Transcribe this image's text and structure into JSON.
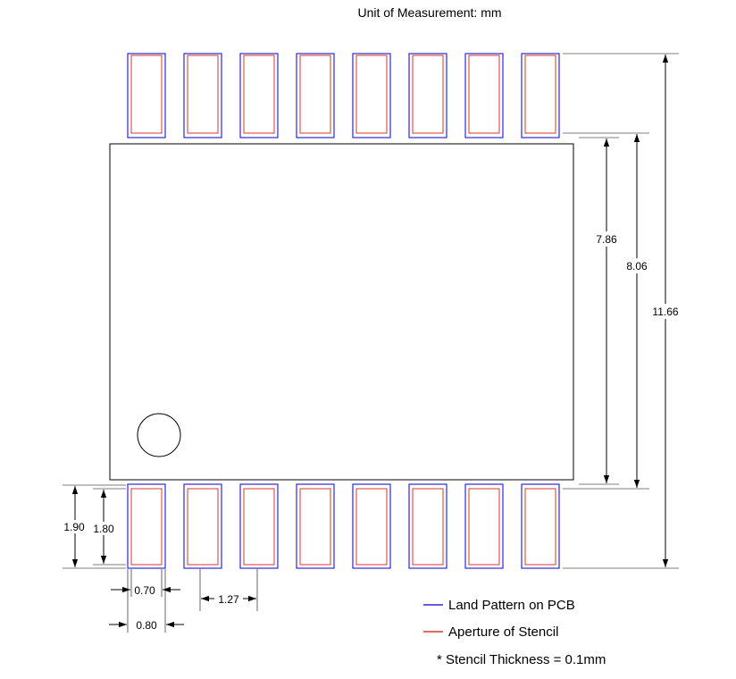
{
  "title": "Unit of Measurement: mm",
  "dimensions": {
    "body_height": "7.86",
    "pad_inner_span": "8.06",
    "overall_span": "11.66",
    "pad_length": "1.90",
    "aperture_length": "1.80",
    "aperture_width": "0.70",
    "pad_width": "0.80",
    "pitch": "1.27"
  },
  "legend": {
    "land_pattern": "Land Pattern on PCB",
    "aperture": "Aperture of Stencil",
    "note": "* Stencil Thickness = 0.1mm"
  },
  "colors": {
    "land_pattern": "#2a2ad4",
    "aperture": "#d43a2a",
    "outline": "#000000"
  },
  "pad_count_per_row": 8
}
